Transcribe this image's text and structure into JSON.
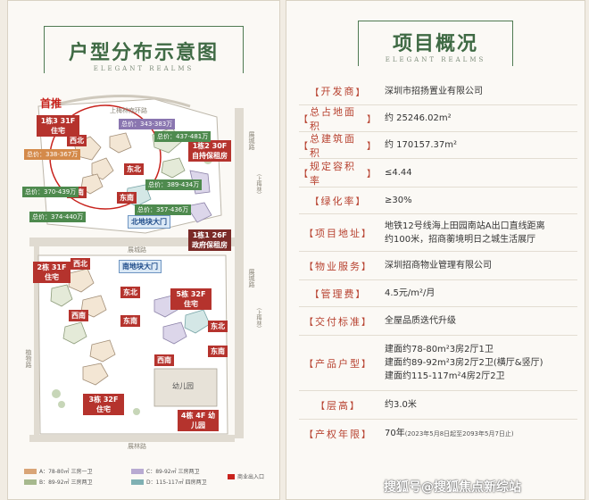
{
  "left": {
    "title": "户型分布示意图",
    "subtitle": "ELEGANT REALMS",
    "highlight": "首推",
    "roads": {
      "north": "上梅林南环路",
      "east1": "展城路",
      "middle": "展城路",
      "south": "展林路",
      "west": "植物路",
      "east_small1": "（上梅林）",
      "east_small2": "（上梅林）"
    },
    "buildings": [
      {
        "label": "1栋3 31F 住宅"
      },
      {
        "label": "1栋2 30F 自持保租房"
      },
      {
        "label": "1栋1 26F 政府保租房"
      },
      {
        "label": "2栋 31F 住宅"
      },
      {
        "label": "5栋 32F 住宅"
      },
      {
        "label": "3栋 32F 住宅"
      },
      {
        "label": "4栋 4F 幼儿园"
      }
    ],
    "orientations": {
      "xibei1": "西北",
      "dongbei1": "东北",
      "dongnan1": "东南",
      "xinan1": "西南",
      "xibei2": "西北",
      "dongbei2": "东北",
      "dongnan2": "东南",
      "xinan2": "西南",
      "dongbei3": "东北",
      "dongnan3": "东南",
      "xinan3": "西南"
    },
    "prices": [
      "总价：343-383万",
      "总价：338-367万",
      "总价：437-481万",
      "总价：370-439万",
      "总价：389-434万",
      "总价：357-436万",
      "总价：374-440万"
    ],
    "entrances": {
      "north": "北地块大门",
      "south": "南地块大门"
    },
    "kindergarten": "幼儿园",
    "legend": [
      {
        "label": "A：78-80㎡ 三房一卫",
        "color": "#d9a577"
      },
      {
        "label": "B：89-92㎡ 三房两卫",
        "color": "#a7b98e"
      },
      {
        "label": "C：89-92㎡ 三房两卫",
        "color": "#b8aad2"
      },
      {
        "label": "D：115-117㎡ 四房两卫",
        "color": "#7fb0b3"
      },
      {
        "label": "商业出入口",
        "color": "#c8231d"
      }
    ]
  },
  "right": {
    "title": "项目概况",
    "subtitle": "ELEGANT REALMS",
    "rows": [
      {
        "label": "开发商",
        "value": "深圳市招扬置业有限公司"
      },
      {
        "label": "总占地面积",
        "value": "约 25246.02m²"
      },
      {
        "label": "总建筑面积",
        "value": "约 170157.37m²"
      },
      {
        "label": "规定容积率",
        "value": "≤4.44"
      },
      {
        "label": "绿化率",
        "value": "≥30%"
      },
      {
        "label": "项目地址",
        "line1": "地铁12号线海上田园南站A出口直线距离",
        "line2": "约100米，招商蘅境明日之城生活展厅"
      },
      {
        "label": "物业服务",
        "value": "深圳招商物业管理有限公司"
      },
      {
        "label": "管理费",
        "value": "4.5元/m²/月"
      },
      {
        "label": "交付标准",
        "value": "全屋品质迭代升级"
      },
      {
        "label": "产品户型",
        "line1": "建面约78-80m²3房2厅1卫",
        "line2": "建面约89-92m²3房2厅2卫(横厅&竖厅)",
        "line3": "建面约115-117m²4房2厅2卫"
      },
      {
        "label": "层高",
        "value": "约3.0米"
      },
      {
        "label": "产权年限",
        "value": "70年",
        "note": "(2023年5月8日起至2093年5月7日止)"
      }
    ]
  },
  "watermark": "搜狐号@搜狐焦点新综站"
}
